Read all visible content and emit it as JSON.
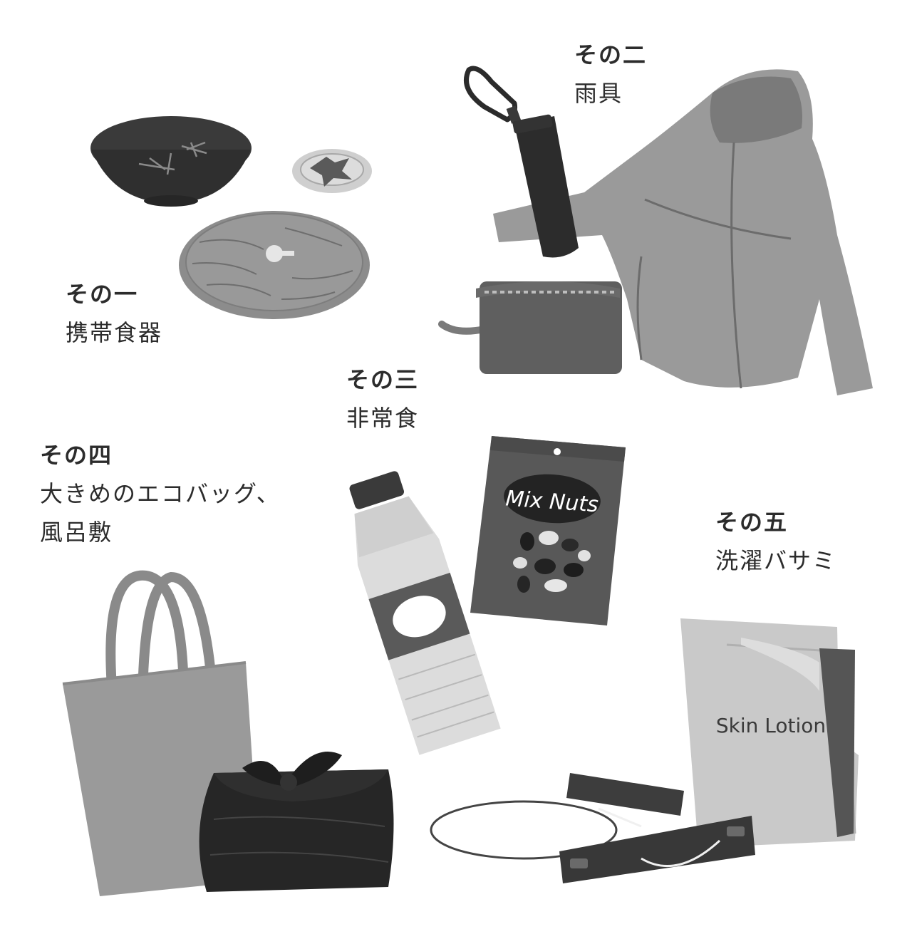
{
  "items": [
    {
      "number": "その一",
      "name": "携帯食器"
    },
    {
      "number": "その二",
      "name": "雨具"
    },
    {
      "number": "その三",
      "name": "非常食"
    },
    {
      "number": "その四",
      "name_lines": [
        "大きめのエコバッグ、",
        "風呂敷"
      ]
    },
    {
      "number": "その五",
      "name": "洗濯バサミ"
    }
  ],
  "product_labels": {
    "nuts_bag": "Mix Nuts",
    "lotion_pouch": "Skin Lotion"
  },
  "colors": {
    "dark": "#2e2e2e",
    "mid": "#6b6b6b",
    "light": "#9a9a9a",
    "pale": "#c9c9c9"
  },
  "icons": [
    "bowl",
    "small-dish",
    "plate",
    "umbrella",
    "pouch",
    "jacket",
    "water-bottle",
    "nuts-bag",
    "tote-bag",
    "furoshiki",
    "lotion-pouch",
    "clothespins"
  ]
}
